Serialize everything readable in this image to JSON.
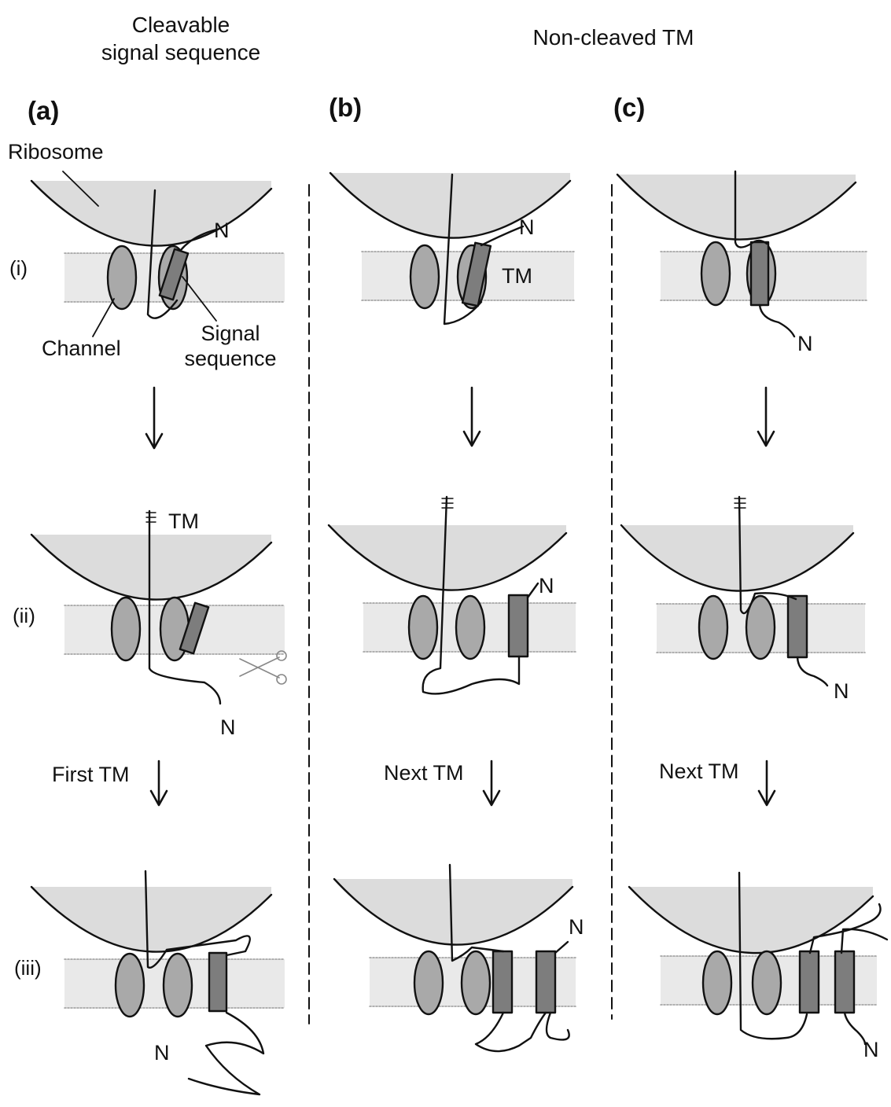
{
  "headers": {
    "col_a_line1": "Cleavable",
    "col_a_line2": "signal sequence",
    "col_bc": "Non-cleaved TM"
  },
  "panels": {
    "a": "(a)",
    "b": "(b)",
    "c": "(c)"
  },
  "rows": {
    "i": "(i)",
    "ii": "(ii)",
    "iii": "(iii)"
  },
  "labels": {
    "ribosome": "Ribosome",
    "channel": "Channel",
    "signal_sequence_line1": "Signal",
    "signal_sequence_line2": "sequence",
    "tm": "TM",
    "n_terminus": "N"
  },
  "steps": {
    "first_tm": "First TM",
    "next_tm": "Next TM"
  },
  "colors": {
    "ribosome_fill": "#dcdcdc",
    "membrane_fill": "#e9e9e9",
    "channel_fill": "#a9a9a9",
    "tm_segment_fill": "#7d7d7d",
    "line": "#111111"
  }
}
